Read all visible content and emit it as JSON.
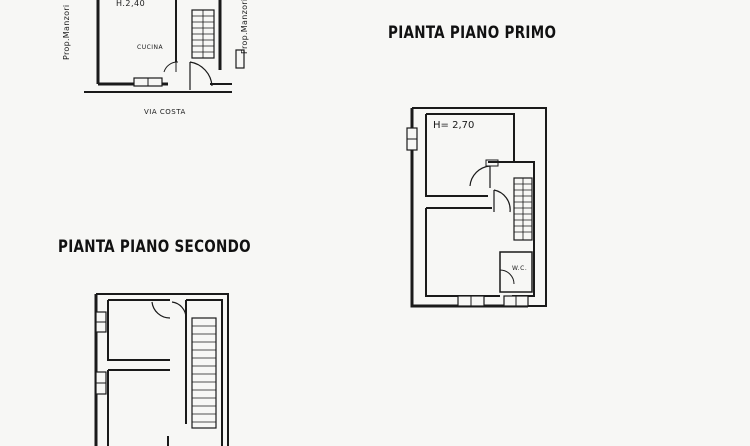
{
  "titles": {
    "primo": "PIANTA PIANO PRIMO",
    "secondo": "PIANTA PIANO SECONDO"
  },
  "ground_floor": {
    "height_label": "H.2,40",
    "room_label": "CUCINA",
    "street_label": "VIA COSTA",
    "neighbor_left": "Prop.Manzori",
    "neighbor_right": "Prop.Manzori"
  },
  "first_floor": {
    "height_label": "H= 2,70",
    "wc_label": "W.C."
  },
  "colors": {
    "ink": "#1a1a1a",
    "paper": "#f7f7f5"
  }
}
